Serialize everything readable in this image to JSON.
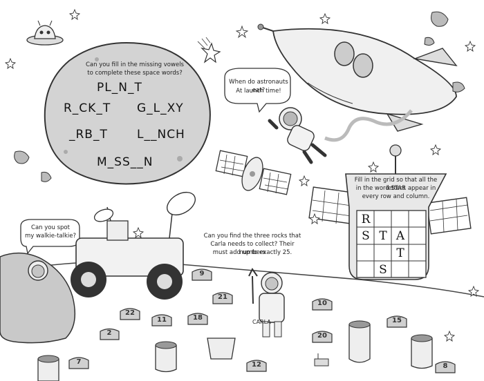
{
  "moon_puzzle": {
    "prompt_line1": "Can you fill in the missing vowels",
    "prompt_line2": "to complete these space words?",
    "words": [
      "PL_N_T",
      "R_CK_T",
      "G_L_XY",
      "_RB_T",
      "L__NCH",
      "M_SS__N"
    ]
  },
  "joke": {
    "line1": "When do astronauts eat?",
    "line2": "At launch time!"
  },
  "walkie": {
    "line1": "Can you spot",
    "line2": "my walkie-talkie?"
  },
  "rocks_puzzle": {
    "line1": "Can you find the three rocks that",
    "line2": "Carla needs to collect? Their numbers",
    "line3": "must add up to exactly 25.",
    "astronaut_name": "CARLA",
    "rock_numbers": [
      "9",
      "21",
      "22",
      "11",
      "18",
      "2",
      "10",
      "15",
      "20",
      "7",
      "12",
      "8"
    ]
  },
  "star_grid": {
    "line1": "Fill in the grid so that all the letters",
    "line2": "in the word STAR appear in",
    "line3": "every row and column.",
    "cells": [
      [
        "R",
        "",
        "",
        ""
      ],
      [
        "S",
        "T",
        "A",
        ""
      ],
      [
        "",
        "",
        "T",
        ""
      ],
      [
        "",
        "S",
        "",
        ""
      ]
    ]
  }
}
